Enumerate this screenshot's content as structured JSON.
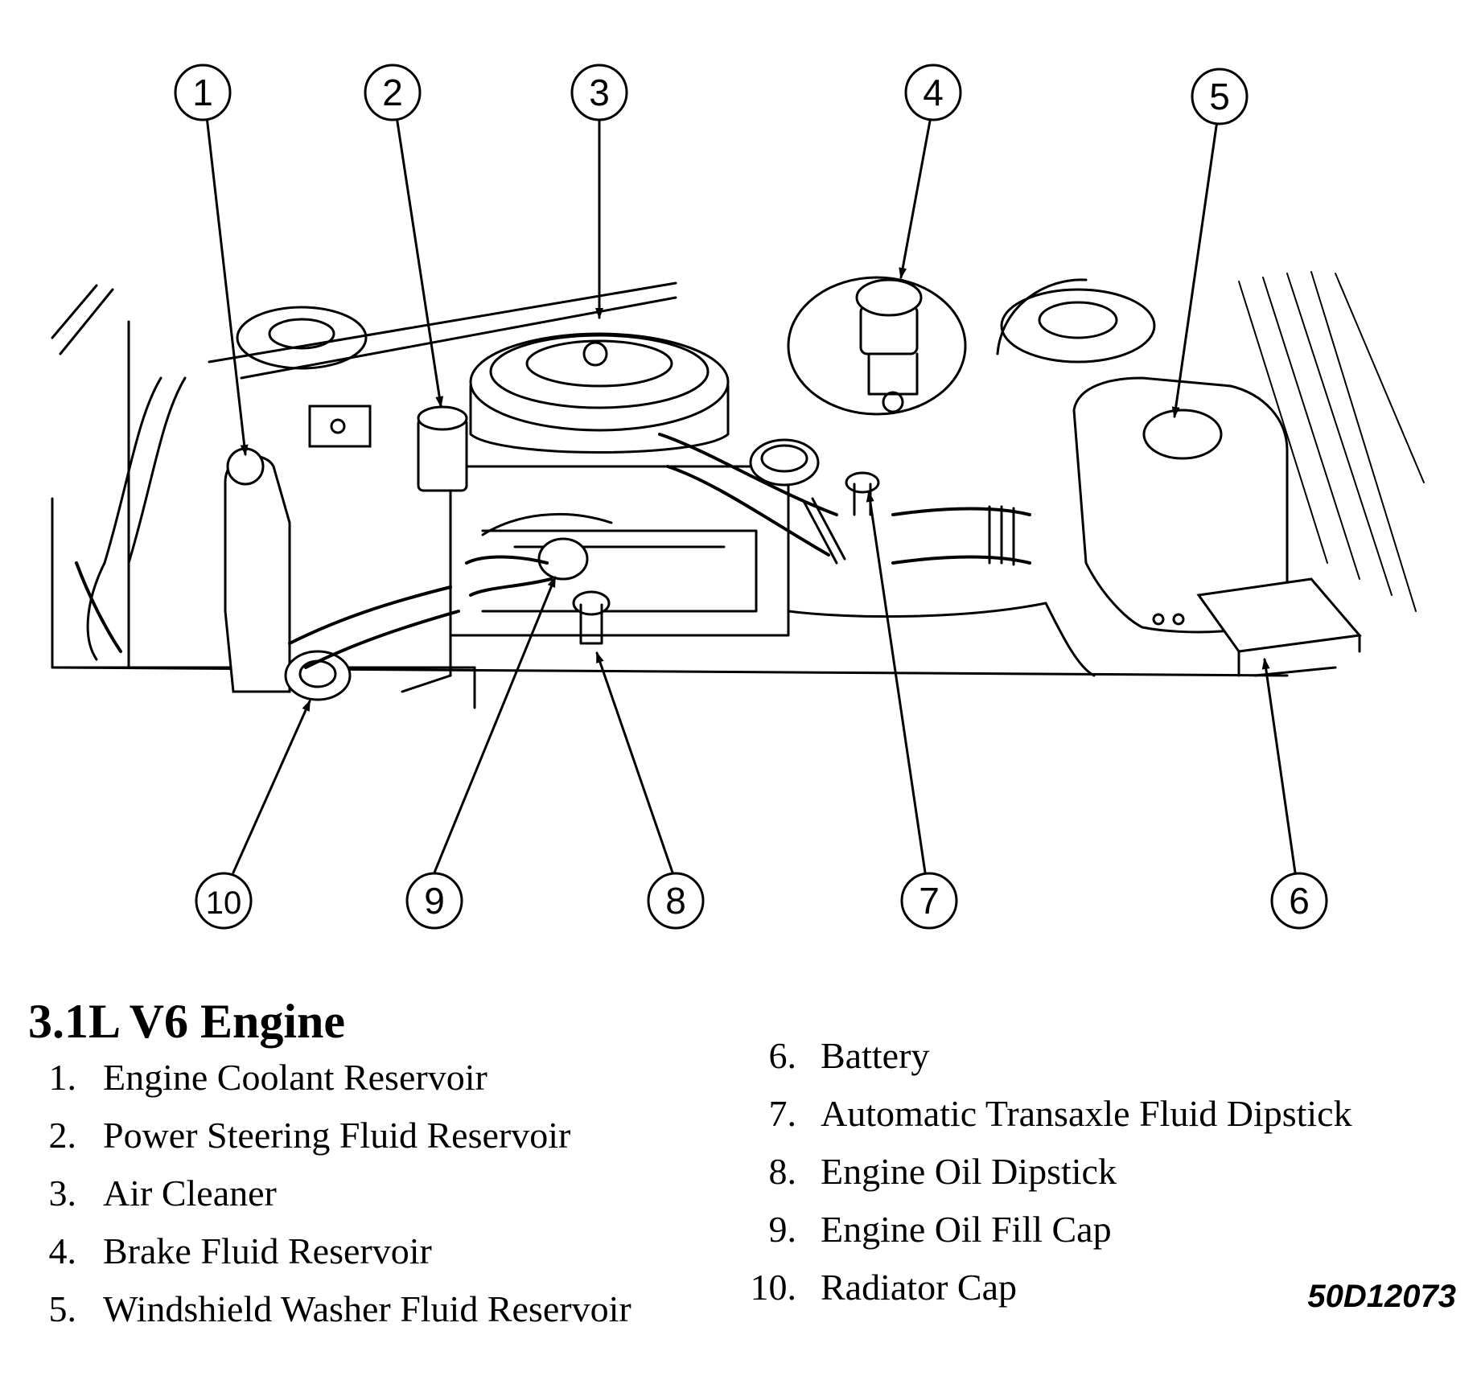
{
  "title": "3.1L V6 Engine",
  "figure_code": "50D12073",
  "callouts": [
    "1",
    "2",
    "3",
    "4",
    "5",
    "6",
    "7",
    "8",
    "9",
    "10"
  ],
  "legend": [
    {
      "num": "1.",
      "label": "Engine Coolant Reservoir"
    },
    {
      "num": "2.",
      "label": "Power Steering Fluid Reservoir"
    },
    {
      "num": "3.",
      "label": "Air Cleaner"
    },
    {
      "num": "4.",
      "label": "Brake Fluid Reservoir"
    },
    {
      "num": "5.",
      "label": "Windshield Washer Fluid Reservoir"
    },
    {
      "num": "6.",
      "label": "Battery"
    },
    {
      "num": "7.",
      "label": "Automatic Transaxle Fluid Dipstick"
    },
    {
      "num": "8.",
      "label": "Engine Oil Dipstick"
    },
    {
      "num": "9.",
      "label": "Engine Oil Fill Cap"
    },
    {
      "num": "10.",
      "label": "Radiator Cap"
    }
  ]
}
